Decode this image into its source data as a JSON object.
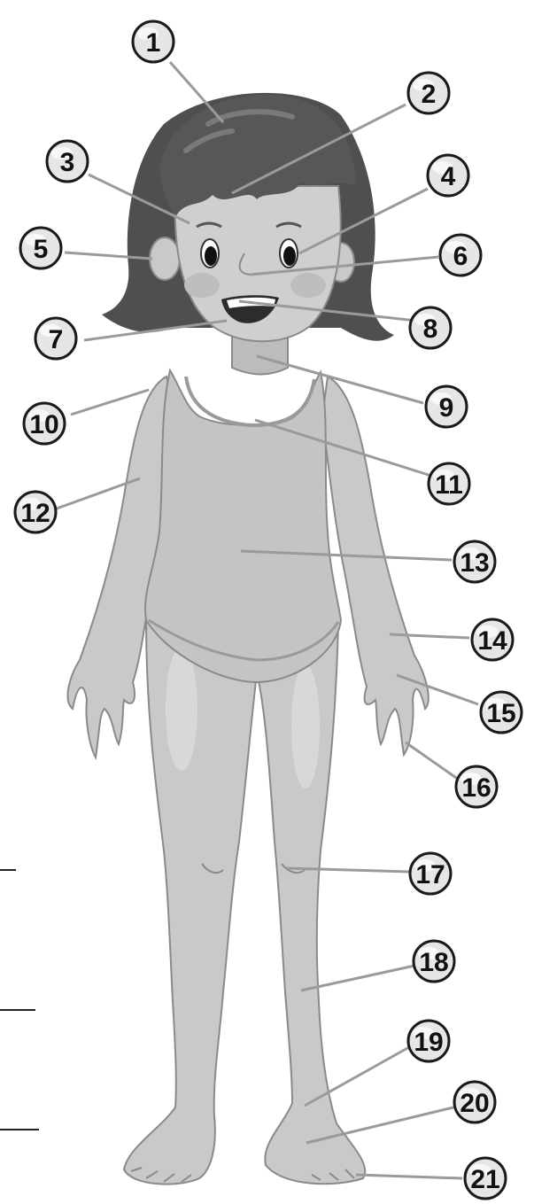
{
  "labels": [
    {
      "number": "1"
    },
    {
      "number": "2"
    },
    {
      "number": "3"
    },
    {
      "number": "4"
    },
    {
      "number": "5"
    },
    {
      "number": "6"
    },
    {
      "number": "7"
    },
    {
      "number": "8"
    },
    {
      "number": "9"
    },
    {
      "number": "10"
    },
    {
      "number": "11"
    },
    {
      "number": "12"
    },
    {
      "number": "13"
    },
    {
      "number": "14"
    },
    {
      "number": "15"
    },
    {
      "number": "16"
    },
    {
      "number": "17"
    },
    {
      "number": "18"
    },
    {
      "number": "19"
    },
    {
      "number": "20"
    },
    {
      "number": "21"
    }
  ],
  "colors": {
    "hair": "#4f4f4f",
    "hair_light": "#6c6c6c",
    "skin": "#c9c9c9",
    "skin_shadow": "#b3b3b3",
    "skin_light": "#d8d8d8",
    "outline": "#8a8a8a",
    "pointer": "#9a9a9a",
    "badge_fill": "#e6e6e6",
    "badge_stroke": "#1a1a1a",
    "answer_line": "#222222"
  }
}
